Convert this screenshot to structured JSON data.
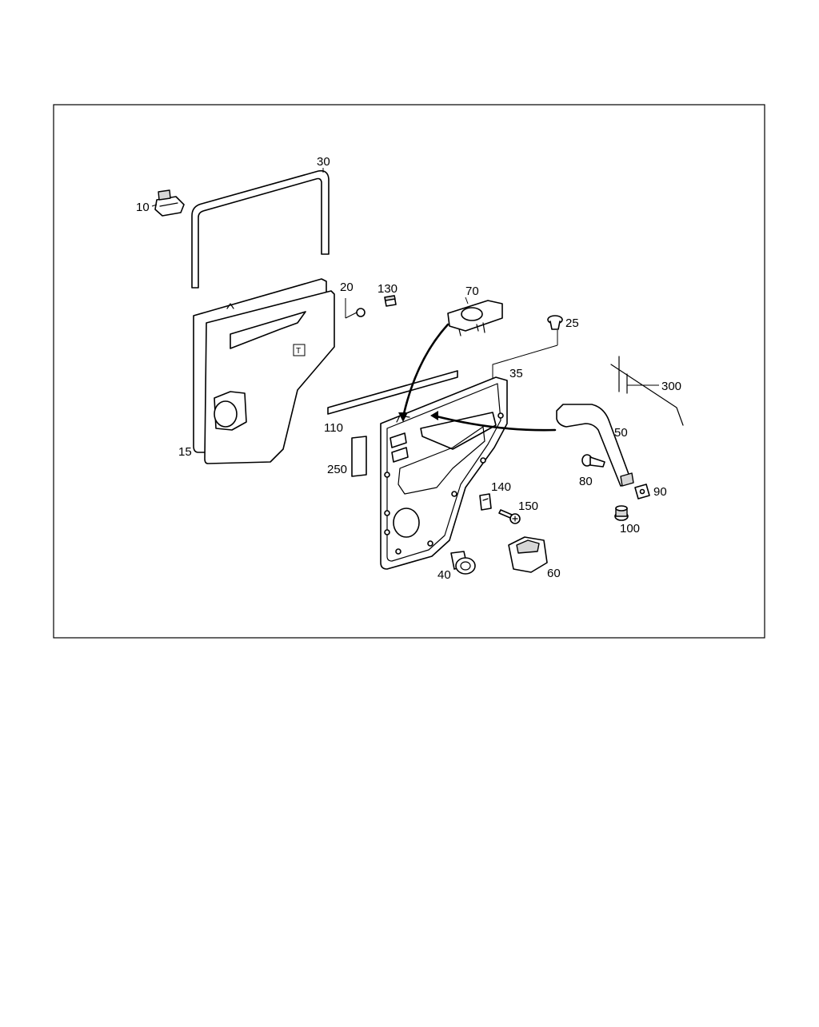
{
  "diagram": {
    "callouts": [
      {
        "id": "c10",
        "label": "10"
      },
      {
        "id": "c30",
        "label": "30"
      },
      {
        "id": "c20",
        "label": "20"
      },
      {
        "id": "c130",
        "label": "130"
      },
      {
        "id": "c70",
        "label": "70"
      },
      {
        "id": "c25",
        "label": "25"
      },
      {
        "id": "c35",
        "label": "35"
      },
      {
        "id": "c300",
        "label": "300"
      },
      {
        "id": "c15",
        "label": "15"
      },
      {
        "id": "c110",
        "label": "110"
      },
      {
        "id": "c50",
        "label": "50"
      },
      {
        "id": "c250",
        "label": "250"
      },
      {
        "id": "c80",
        "label": "80"
      },
      {
        "id": "c140",
        "label": "140"
      },
      {
        "id": "c90",
        "label": "90"
      },
      {
        "id": "c150",
        "label": "150"
      },
      {
        "id": "c100",
        "label": "100"
      },
      {
        "id": "c40",
        "label": "40"
      },
      {
        "id": "c60",
        "label": "60"
      }
    ],
    "panel_marker": "T",
    "colors": {
      "line": "#000000",
      "fill": "#ffffff",
      "shade": "#d6d6d6"
    }
  }
}
